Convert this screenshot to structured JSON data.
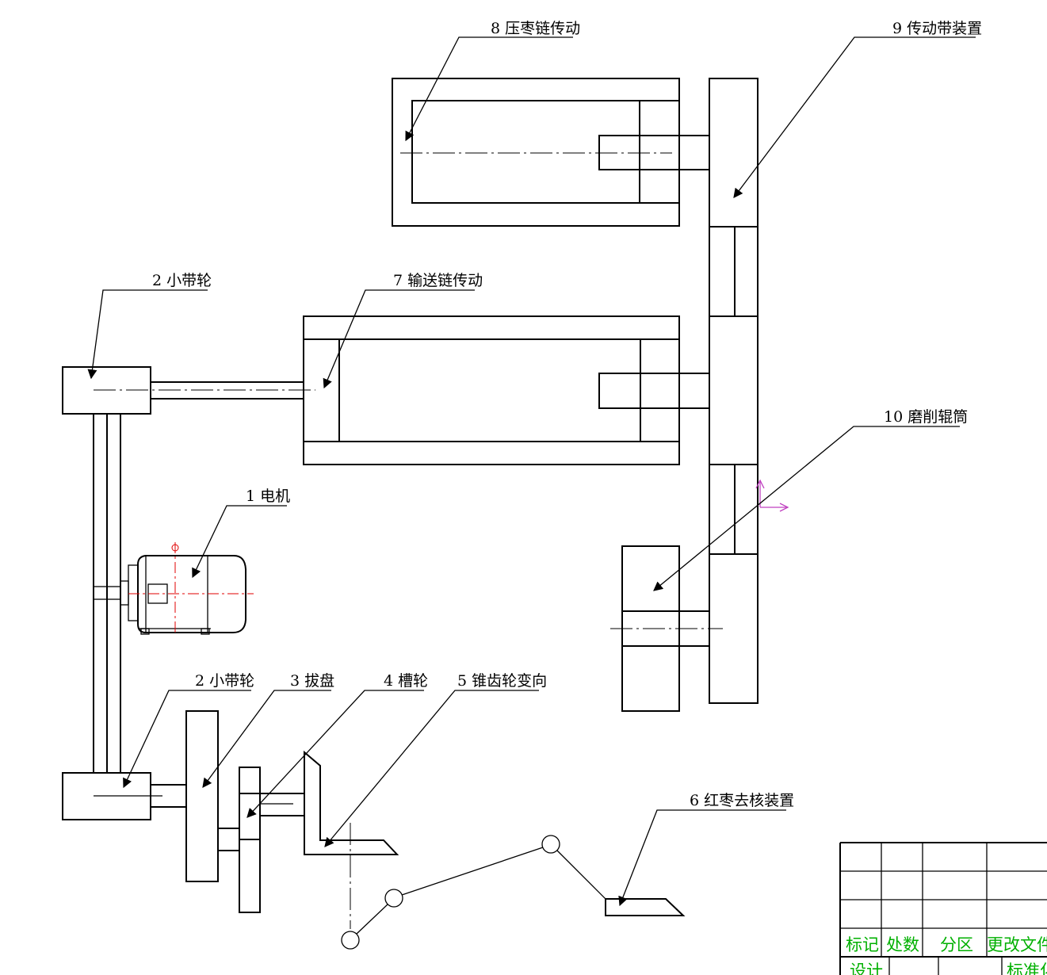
{
  "labels": {
    "l8": "8 压枣链传动",
    "l9": "9 传动带装置",
    "l2a": "2 小带轮",
    "l7": "7 输送链传动",
    "l10": "10 磨削辊筒",
    "l1": "1 电机",
    "l2b": "2 小带轮",
    "l3": "3 拔盘",
    "l4": "4 槽轮",
    "l5": "5 锥齿轮变向",
    "l6": "6 红枣去核装置"
  },
  "title_block": {
    "mark": "标记",
    "count": "处数",
    "zone": "分区",
    "change_doc": "更改文件号",
    "design": "设计",
    "standard": "标准化"
  },
  "colors": {
    "line": "#000000",
    "centerline": "#e00000",
    "ucs": "#c040c0",
    "title_text": "#00b000"
  }
}
